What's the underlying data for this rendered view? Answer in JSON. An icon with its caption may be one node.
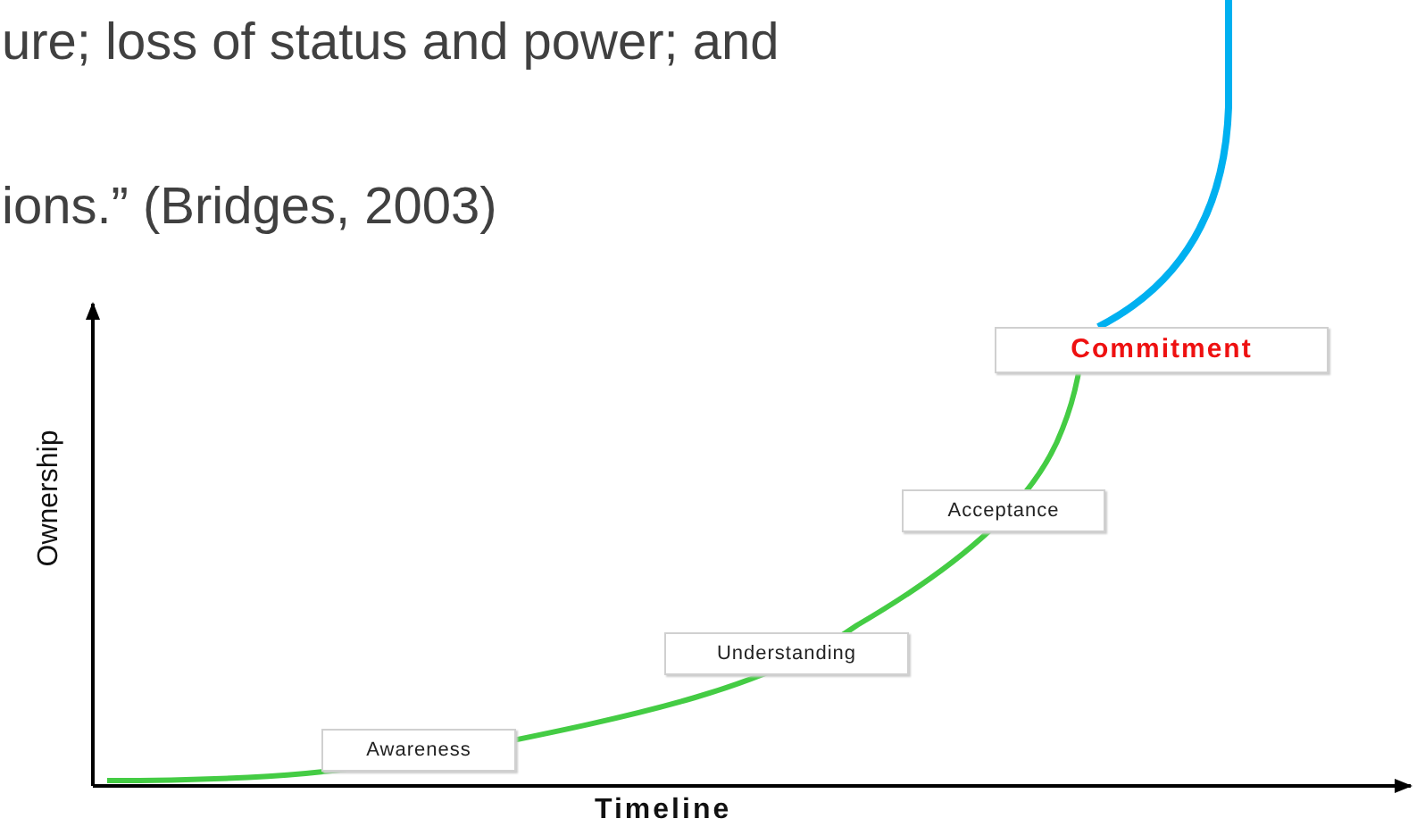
{
  "diagram": {
    "nodes": [
      {
        "text": [
          "Awareness"
        ]
      },
      {
        "text": [
          "Understanding"
        ]
      },
      {
        "text": [
          "Acceptance"
        ]
      },
      {
        "text": [
          "Commitment"
        ]
      }
    ],
    "edges": [
      {
        "from": null,
        "to": 3,
        "arrow": "none"
      }
    ],
    "labels": [
      "ure; loss of status and power; and",
      "ions.” (Bridges, 2003)",
      "Ownership",
      "Timeline"
    ]
  }
}
